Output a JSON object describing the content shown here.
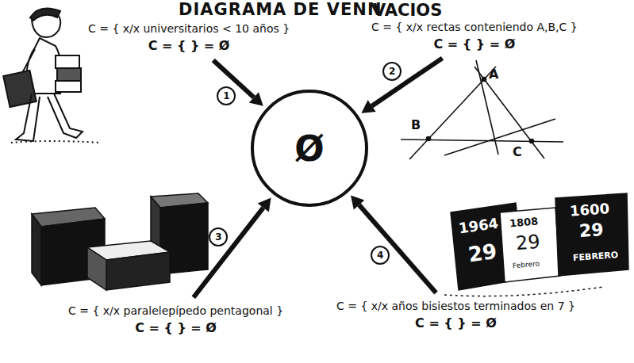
{
  "diagram": {
    "title": "DIAGRAMA DE VENN",
    "nodes": [
      {
        "text": [
          "C = { x/x universitarios < 10 años }",
          "C = {   } = Ø"
        ]
      },
      {
        "text": [
          "C = { x/x rectas conteniendo A,B,C }",
          "C = {   } = Ø"
        ]
      },
      {
        "text": [
          "Ø"
        ]
      },
      {
        "text": [
          "C = { x/x paralelepípedo pentagonal }",
          "C = {   } = Ø"
        ]
      },
      {
        "text": [
          "C = { x/x años bisiestos terminados en 7 }",
          "C = {   } = Ø"
        ]
      }
    ],
    "edges": [
      {
        "from": 0,
        "to": 2,
        "label": "1",
        "arrow": "to"
      },
      {
        "from": 1,
        "to": 2,
        "label": "2",
        "arrow": "to"
      },
      {
        "from": 3,
        "to": 2,
        "label": "3",
        "arrow": "to"
      },
      {
        "from": 4,
        "to": 2,
        "label": "4",
        "arrow": "to"
      }
    ],
    "labels": [
      "VACIOS",
      "A",
      "B",
      "C",
      "1964",
      "29",
      "1808",
      "29",
      "Febrero",
      "1600",
      "29",
      "FEBRERO"
    ]
  }
}
